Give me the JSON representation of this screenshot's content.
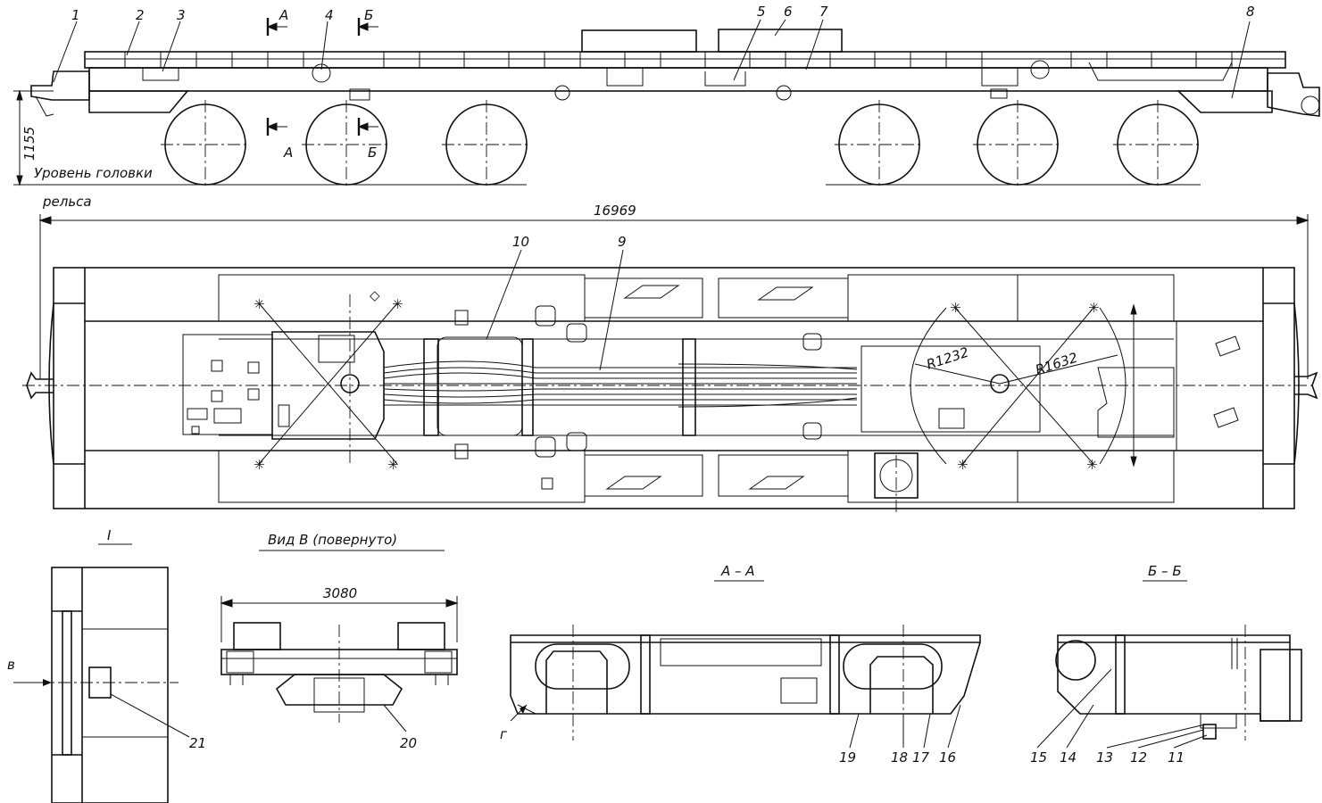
{
  "labels": {
    "l1": "1",
    "l2": "2",
    "l3": "3",
    "l4": "4",
    "l5": "5",
    "l6": "6",
    "l7": "7",
    "l8": "8",
    "l9": "9",
    "l10": "10",
    "l11": "11",
    "l12": "12",
    "l13": "13",
    "l14": "14",
    "l15": "15",
    "l16": "16",
    "l17": "17",
    "l18": "18",
    "l19": "19",
    "l20": "20",
    "l21": "21",
    "lg": "г",
    "lv": "в"
  },
  "section_marks": {
    "a": "А",
    "b": "Б"
  },
  "dimensions": {
    "height": "1155",
    "length": "16969",
    "width": "3080",
    "r_inner": "R1232",
    "r_outer": "R1632"
  },
  "captions": {
    "rail_line1": "Уровень головки",
    "rail_line2": "рельса",
    "detail_i": "I",
    "view_v": "Вид В (повернуто)",
    "section_aa": "А – А",
    "section_bb": "Б – Б"
  }
}
